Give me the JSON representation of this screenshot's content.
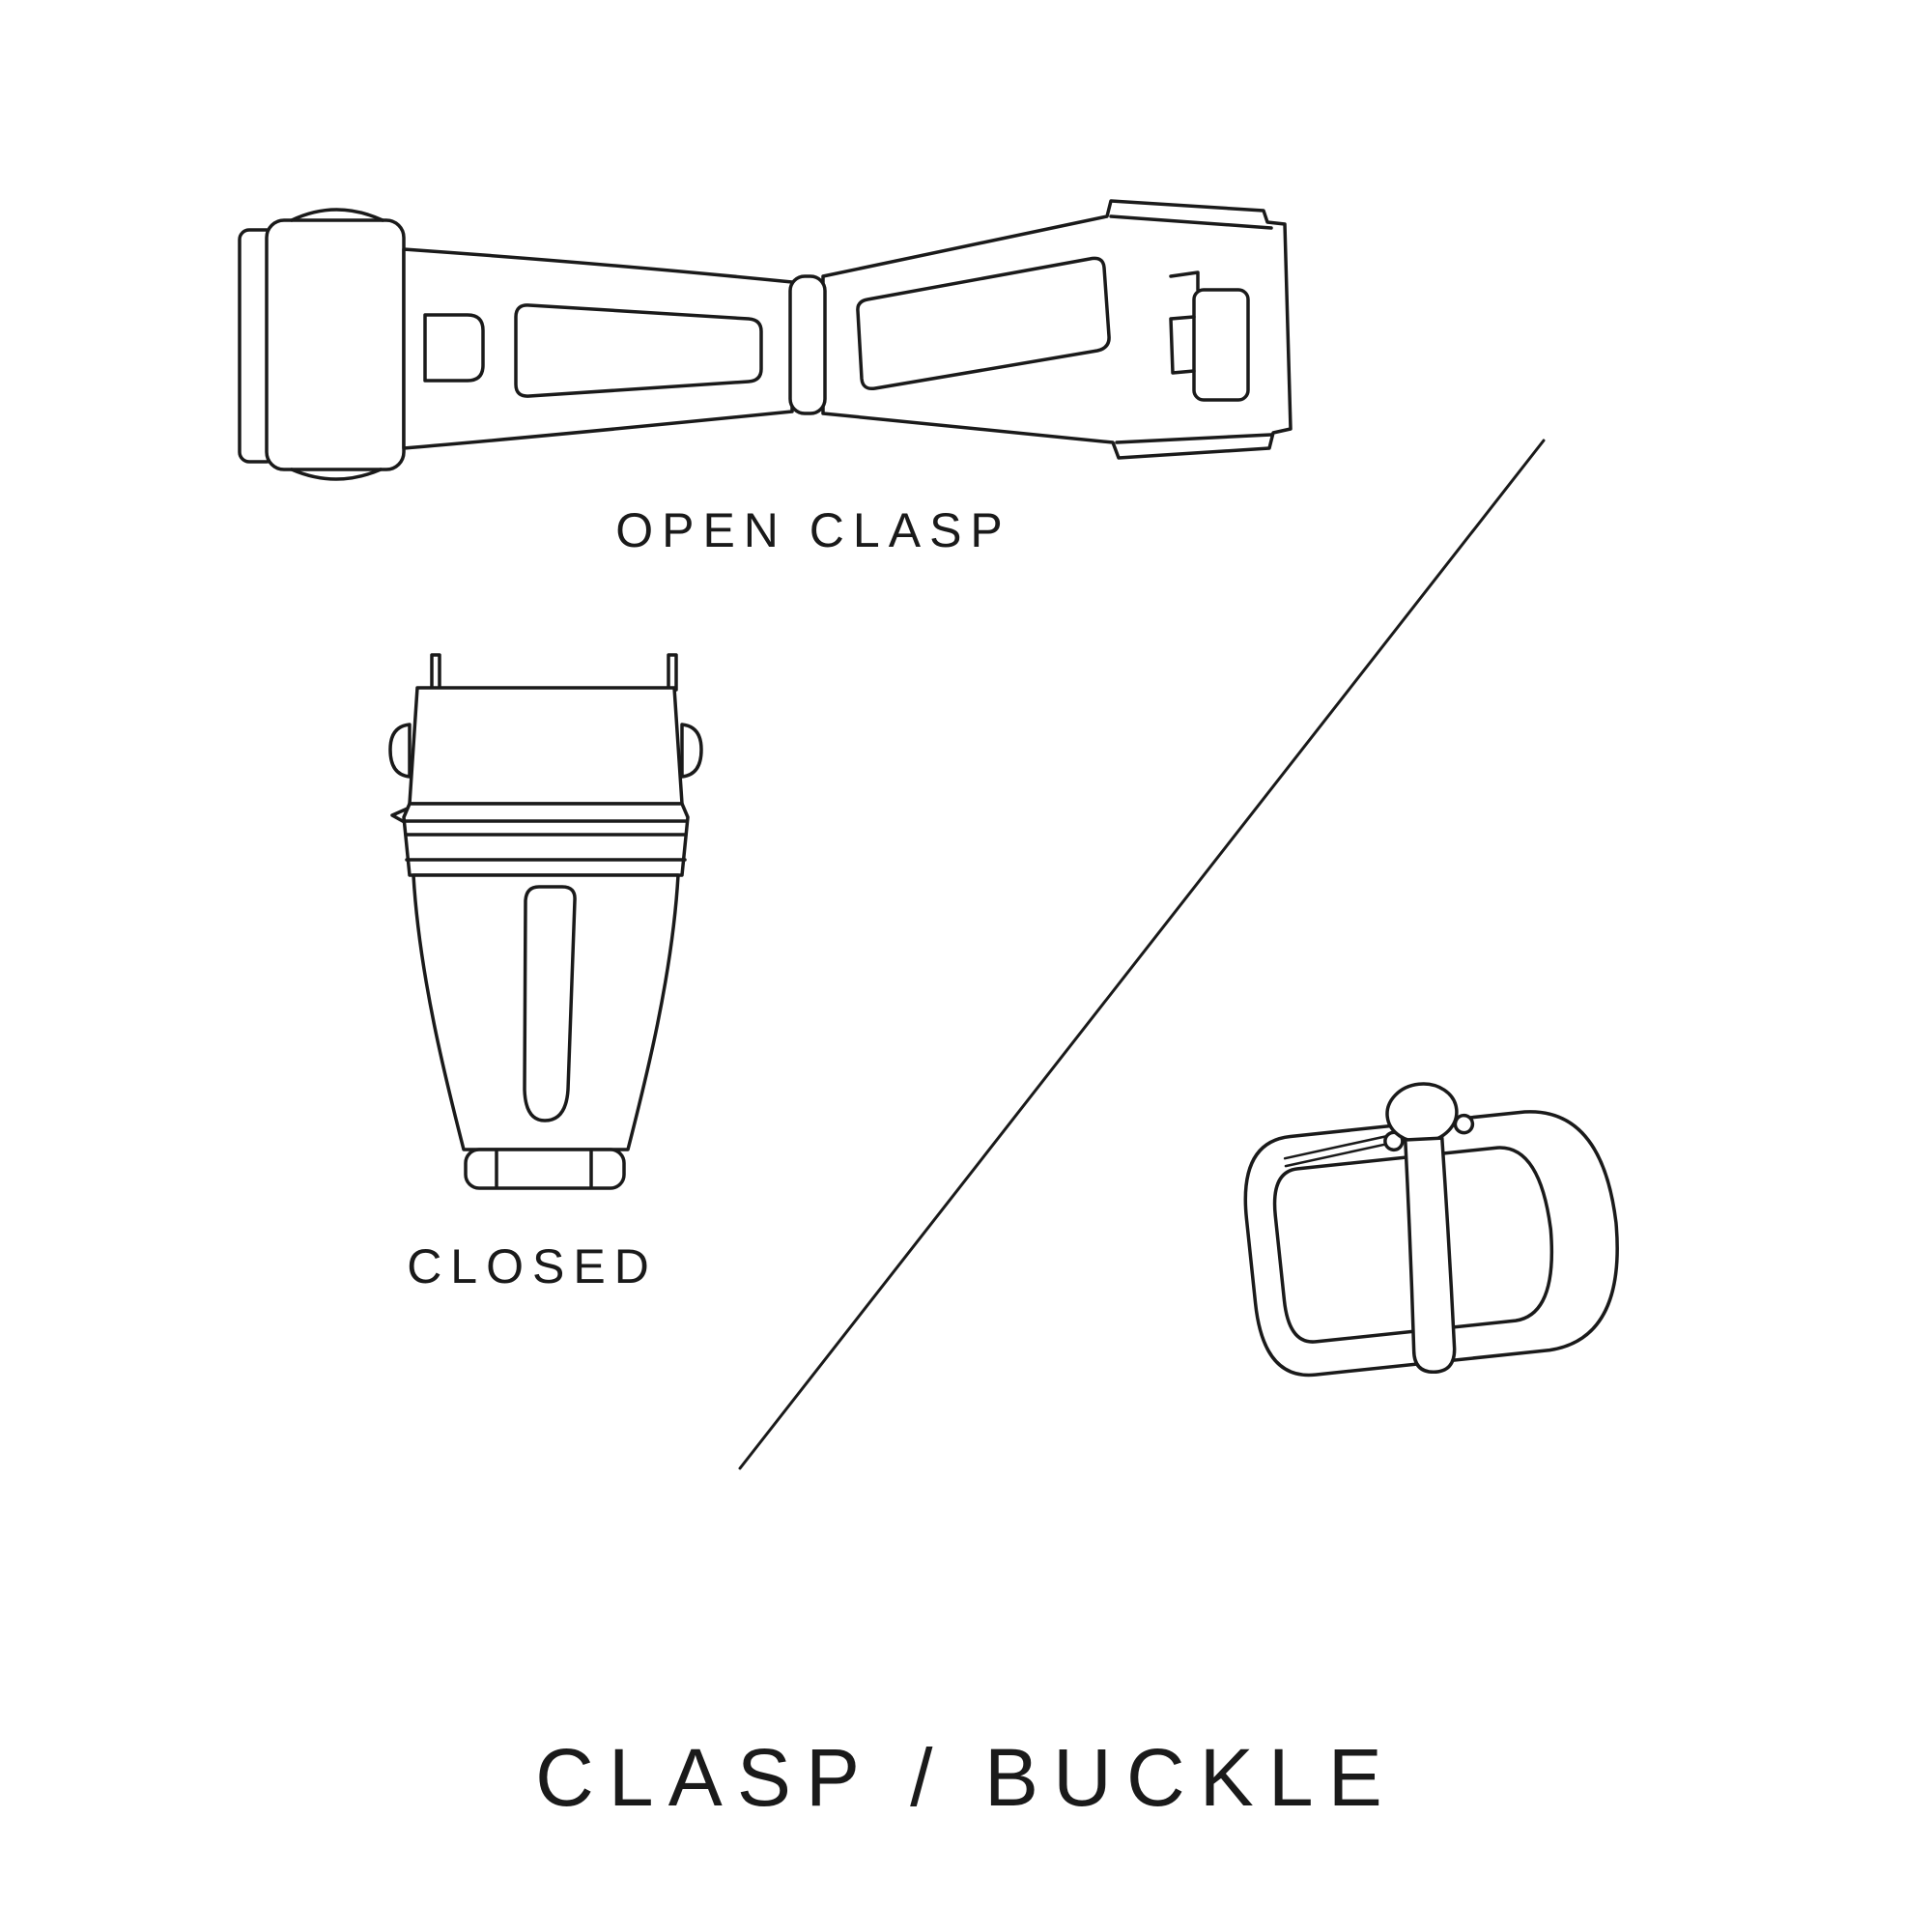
{
  "labels": {
    "open_clasp": "OPEN CLASP",
    "closed": "CLOSED",
    "title": "CLASP / BUCKLE"
  },
  "illustrations": {
    "open_clasp": "open-clasp",
    "closed_clasp": "closed-clasp",
    "buckle": "tang-buckle",
    "divider": "diagonal-divider-line"
  },
  "colors": {
    "ink": "#1a1a1a",
    "background": "#ffffff"
  }
}
